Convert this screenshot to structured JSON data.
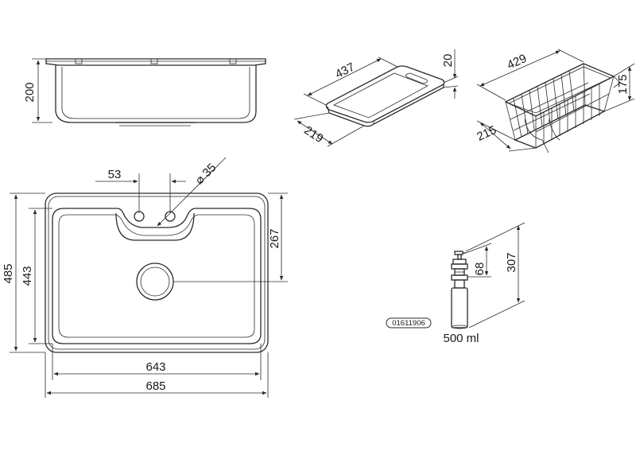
{
  "sink_side_view": {
    "height": "200"
  },
  "sink_top_view": {
    "tap_hole_spacing": "53",
    "tap_hole_diameter": "⌀ 35",
    "waste_offset": "267",
    "inner_width": "643",
    "outer_width": "685",
    "inner_depth": "443",
    "outer_depth": "485"
  },
  "cutting_board": {
    "length": "437",
    "width": "219",
    "thickness": "20"
  },
  "basket": {
    "length": "429",
    "width": "215",
    "height": "175"
  },
  "soap_dispenser": {
    "code": "01611906",
    "volume": "500 ml",
    "pump_height": "68",
    "total_height": "307"
  }
}
